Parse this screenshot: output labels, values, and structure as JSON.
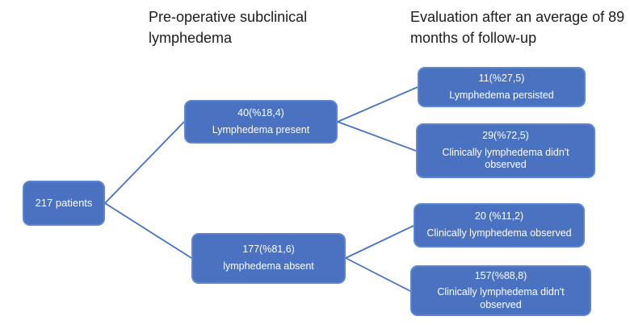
{
  "headers": {
    "preop": "Pre-operative subclinical lymphedema",
    "evaluation": "Evaluation after an average of 89 months of follow-up"
  },
  "nodes": {
    "root": {
      "value": "217 patients"
    },
    "present": {
      "value": "40(%18,4)",
      "label": "Lymphedema present"
    },
    "absent": {
      "value": "177(%81,6)",
      "label": "lymphedema absent"
    },
    "persisted": {
      "value": "11(%27,5)",
      "label": "Lymphedema persisted"
    },
    "not_observed_present": {
      "value": "29(%72,5)",
      "label": "Clinically lymphedema didn't observed"
    },
    "observed_absent": {
      "value": "20 (%11,2)",
      "label": "Clinically lymphedema observed"
    },
    "not_observed_absent": {
      "value": "157(%88,8)",
      "label": "Clinically lymphedema didn't observed"
    }
  },
  "colors": {
    "box_fill": "#4a72c1",
    "box_border": "#5d86d1",
    "connector": "#4472c4",
    "box_text": "#ffffff",
    "heading_text": "#1c1c1c",
    "background": "#ffffff"
  }
}
